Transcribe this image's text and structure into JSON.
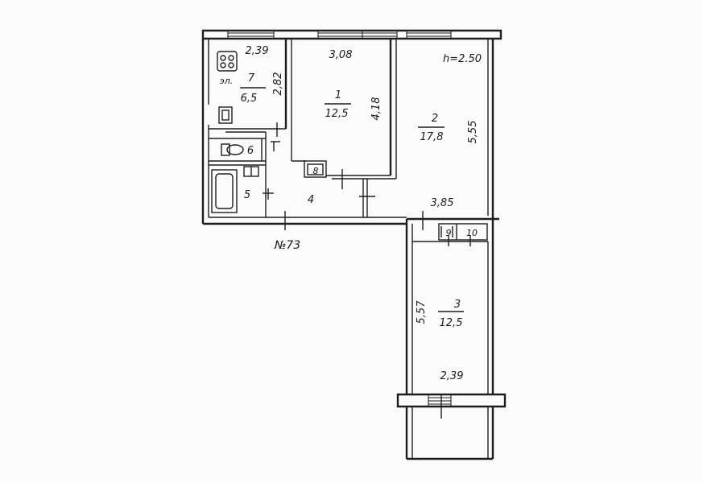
{
  "plan": {
    "apartment_number": "№73",
    "ceiling_height": "h=2.50",
    "rooms": [
      {
        "id": "1",
        "area": "12,5"
      },
      {
        "id": "2",
        "area": "17,8"
      },
      {
        "id": "3",
        "area": "12,5"
      },
      {
        "id": "4"
      },
      {
        "id": "5"
      },
      {
        "id": "6"
      },
      {
        "id": "7",
        "area": "6,5"
      },
      {
        "id": "8"
      },
      {
        "id": "9"
      },
      {
        "id": "10"
      }
    ],
    "dimensions": {
      "kitchen_width": "2,39",
      "kitchen_length": "2,82",
      "room1_width": "3,08",
      "room1_length": "4,18",
      "room2_length": "5,55",
      "room2_width": "3,85",
      "room3_length": "5,57",
      "room3_width": "2,39"
    },
    "stove_label": "эл."
  }
}
